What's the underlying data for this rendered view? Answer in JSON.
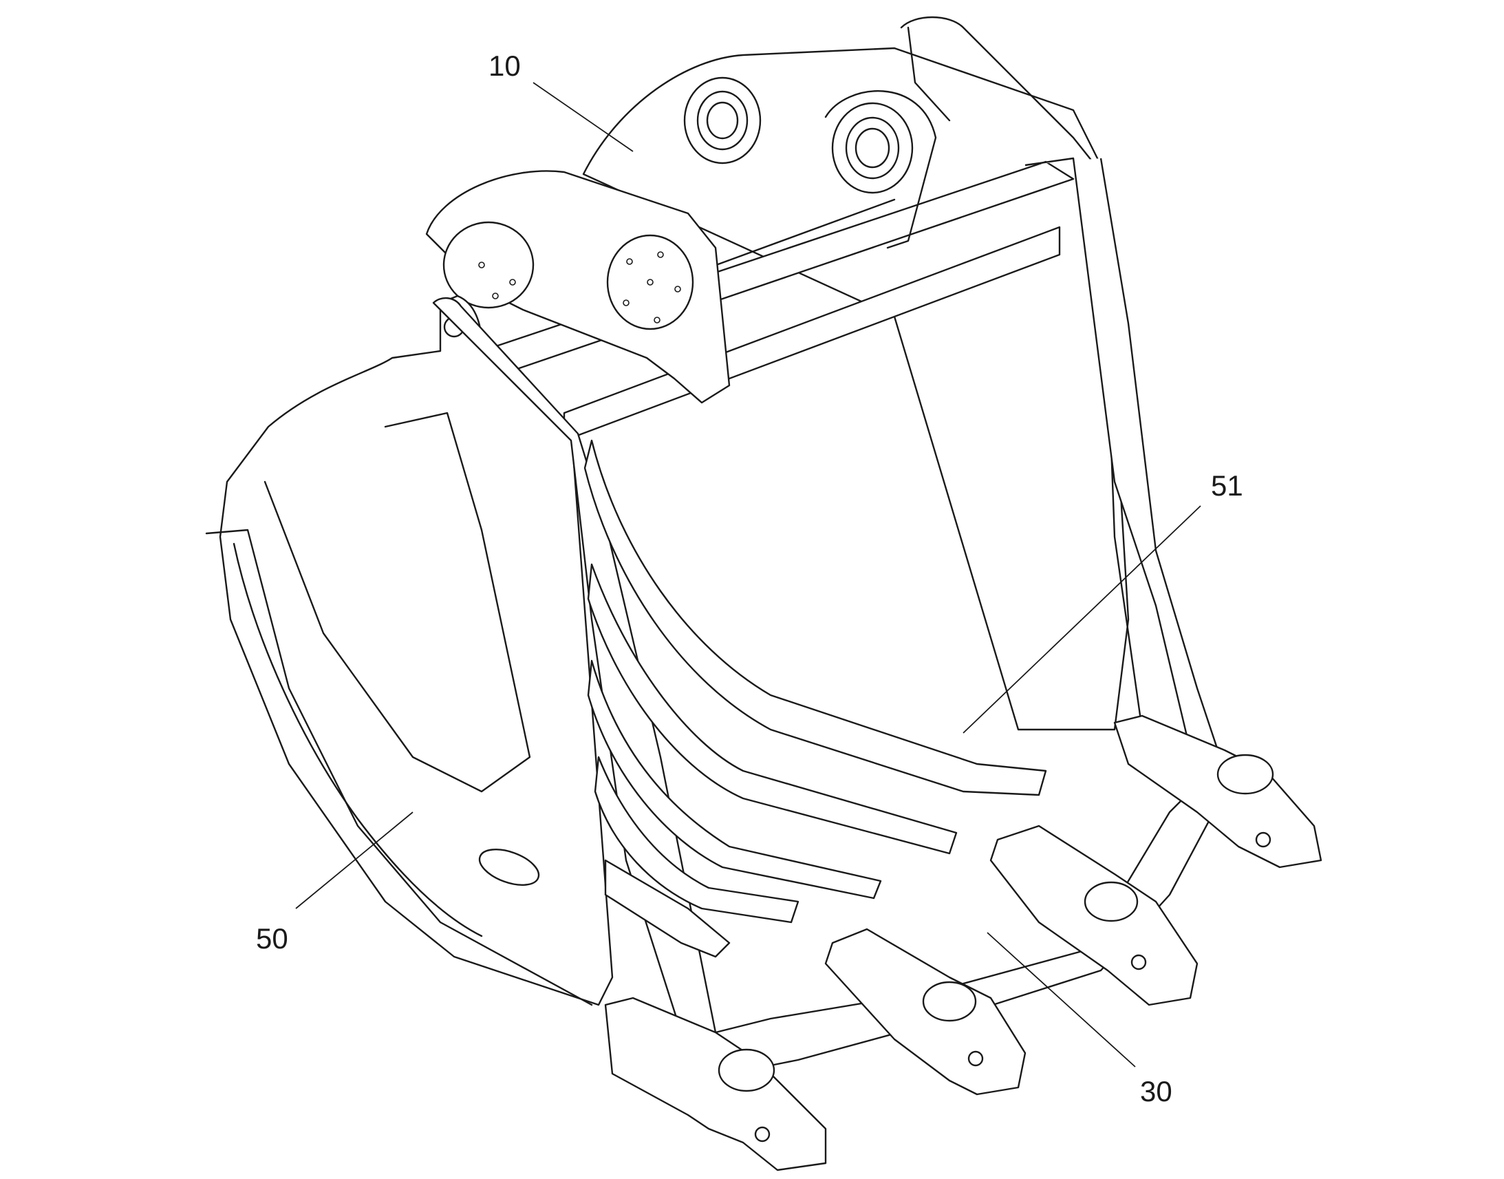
{
  "figure": {
    "reference_labels": {
      "rear_wall": "10",
      "side_plate": "50",
      "wear_strip": "51",
      "cutting_edge": "30"
    }
  }
}
